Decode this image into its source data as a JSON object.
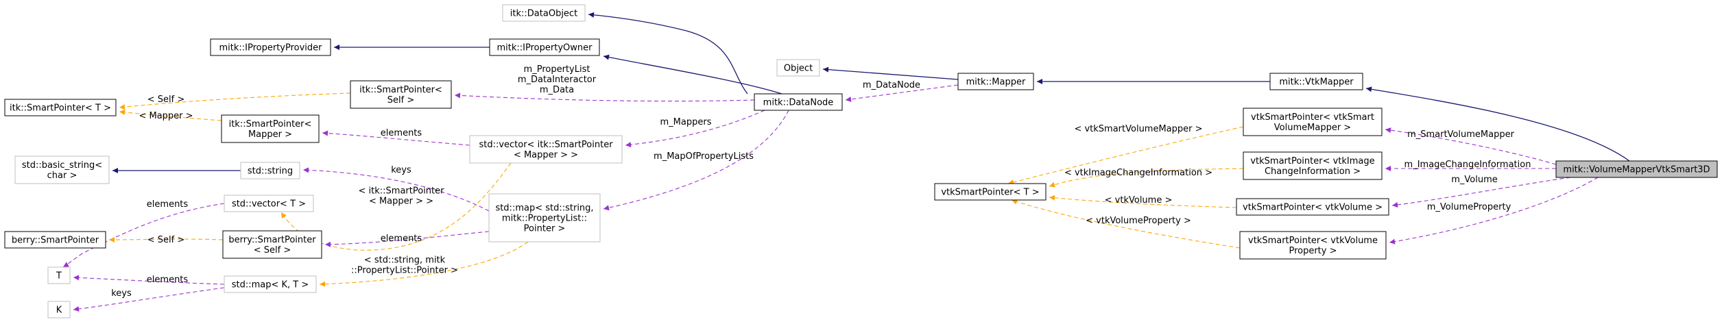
{
  "colors": {
    "inherit": "#191970",
    "usage": "#9a32cd",
    "template": "#ffa500",
    "border_solid": "#000000",
    "border_grey": "#bfbfbf",
    "highlight_fill": "#bfbfbf"
  },
  "nodes": [
    {
      "id": "itkDataObject",
      "lines": [
        "itk::DataObject"
      ],
      "style": "grey"
    },
    {
      "id": "IPropertyProvider",
      "lines": [
        "mitk::IPropertyProvider"
      ],
      "style": "solid"
    },
    {
      "id": "IPropertyOwner",
      "lines": [
        "mitk::IPropertyOwner"
      ],
      "style": "solid"
    },
    {
      "id": "Object",
      "lines": [
        "Object"
      ],
      "style": "grey"
    },
    {
      "id": "Mapper",
      "lines": [
        "mitk::Mapper"
      ],
      "style": "solid"
    },
    {
      "id": "VtkMapper",
      "lines": [
        "mitk::VtkMapper"
      ],
      "style": "solid"
    },
    {
      "id": "itkSPT",
      "lines": [
        "itk::SmartPointer< T >"
      ],
      "style": "solid"
    },
    {
      "id": "itkSPSelf",
      "lines": [
        "itk::SmartPointer<",
        "Self >"
      ],
      "style": "solid"
    },
    {
      "id": "DataNode",
      "lines": [
        "mitk::DataNode"
      ],
      "style": "solid"
    },
    {
      "id": "itkSPMapper",
      "lines": [
        "itk::SmartPointer<",
        "Mapper >"
      ],
      "style": "solid"
    },
    {
      "id": "vecItkSP",
      "lines": [
        "std::vector< itk::SmartPointer",
        "< Mapper > >"
      ],
      "style": "grey"
    },
    {
      "id": "vtkSPVolMapper",
      "lines": [
        "vtkSmartPointer< vtkSmart",
        "VolumeMapper >"
      ],
      "style": "solid"
    },
    {
      "id": "basicString",
      "lines": [
        "std::basic_string<",
        "char >"
      ],
      "style": "grey"
    },
    {
      "id": "stdString",
      "lines": [
        "std::string"
      ],
      "style": "grey"
    },
    {
      "id": "vtkSPImgChange",
      "lines": [
        "vtkSmartPointer< vtkImage",
        "ChangeInformation >"
      ],
      "style": "solid"
    },
    {
      "id": "VMVS3D",
      "lines": [
        "mitk::VolumeMapperVtkSmart3D"
      ],
      "style": "highlight"
    },
    {
      "id": "vtkSPT",
      "lines": [
        "vtkSmartPointer< T >"
      ],
      "style": "solid"
    },
    {
      "id": "vectorT",
      "lines": [
        "std::vector< T >"
      ],
      "style": "grey"
    },
    {
      "id": "mapStr",
      "lines": [
        "std::map< std::string,",
        "mitk::PropertyList::",
        "Pointer >"
      ],
      "style": "grey"
    },
    {
      "id": "vtkSPVolume",
      "lines": [
        "vtkSmartPointer< vtkVolume >"
      ],
      "style": "solid"
    },
    {
      "id": "berrySP",
      "lines": [
        "berry::SmartPointer"
      ],
      "style": "solid"
    },
    {
      "id": "berrySPSelf",
      "lines": [
        "berry::SmartPointer",
        "< Self >"
      ],
      "style": "solid"
    },
    {
      "id": "vtkSPVolProp",
      "lines": [
        "vtkSmartPointer< vtkVolume",
        "Property >"
      ],
      "style": "solid"
    },
    {
      "id": "T",
      "lines": [
        "T"
      ],
      "style": "grey"
    },
    {
      "id": "mapKT",
      "lines": [
        "std::map< K, T >"
      ],
      "style": "grey"
    },
    {
      "id": "K",
      "lines": [
        "K"
      ],
      "style": "grey"
    }
  ],
  "edges": [
    {
      "from": "DataNode",
      "to": "itkDataObject",
      "kind": "inherit",
      "label": []
    },
    {
      "from": "IPropertyOwner",
      "to": "IPropertyProvider",
      "kind": "inherit",
      "label": []
    },
    {
      "from": "DataNode",
      "to": "IPropertyOwner",
      "kind": "inherit",
      "label": []
    },
    {
      "from": "Mapper",
      "to": "Object",
      "kind": "inherit",
      "label": []
    },
    {
      "from": "VtkMapper",
      "to": "Mapper",
      "kind": "inherit",
      "label": []
    },
    {
      "from": "VMVS3D",
      "to": "VtkMapper",
      "kind": "inherit",
      "label": []
    },
    {
      "from": "Mapper",
      "to": "DataNode",
      "kind": "usage",
      "label": [
        "m_DataNode"
      ]
    },
    {
      "from": "DataNode",
      "to": "itkSPSelf",
      "kind": "usage",
      "label": [
        "m_PropertyList",
        "m_DataInteractor",
        "m_Data"
      ]
    },
    {
      "from": "DataNode",
      "to": "vecItkSP",
      "kind": "usage",
      "label": [
        "m_Mappers"
      ]
    },
    {
      "from": "DataNode",
      "to": "mapStr",
      "kind": "usage",
      "label": [
        "m_MapOfPropertyLists"
      ]
    },
    {
      "from": "vecItkSP",
      "to": "itkSPMapper",
      "kind": "usage",
      "label": [
        "elements"
      ]
    },
    {
      "from": "itkSPSelf",
      "to": "itkSPT",
      "kind": "template",
      "label": [
        "< Self >"
      ]
    },
    {
      "from": "itkSPMapper",
      "to": "itkSPT",
      "kind": "template",
      "label": [
        "< Mapper >"
      ]
    },
    {
      "from": "mapStr",
      "to": "stdString",
      "kind": "usage",
      "label": [
        "keys"
      ]
    },
    {
      "from": "stdString",
      "to": "basicString",
      "kind": "inherit",
      "label": []
    },
    {
      "from": "vecItkSP",
      "to": "vectorT",
      "kind": "template",
      "label": [
        "< itk::SmartPointer",
        "< Mapper > >"
      ]
    },
    {
      "from": "vectorT",
      "to": "T",
      "kind": "usage",
      "label": [
        "elements"
      ]
    },
    {
      "from": "mapStr",
      "to": "berrySPSelf",
      "kind": "usage",
      "label": [
        "elements"
      ]
    },
    {
      "from": "berrySPSelf",
      "to": "berrySP",
      "kind": "template",
      "label": [
        "< Self >"
      ]
    },
    {
      "from": "mapStr",
      "to": "mapKT",
      "kind": "template",
      "label": [
        "< std::string, mitk",
        "::PropertyList::Pointer >"
      ]
    },
    {
      "from": "mapKT",
      "to": "T",
      "kind": "usage",
      "label": [
        "elements"
      ]
    },
    {
      "from": "mapKT",
      "to": "K",
      "kind": "usage",
      "label": [
        "keys"
      ]
    },
    {
      "from": "vtkSPVolMapper",
      "to": "vtkSPT",
      "kind": "template",
      "label": [
        "< vtkSmartVolumeMapper >"
      ]
    },
    {
      "from": "vtkSPImgChange",
      "to": "vtkSPT",
      "kind": "template",
      "label": [
        "< vtkImageChangeInformation >"
      ]
    },
    {
      "from": "vtkSPVolume",
      "to": "vtkSPT",
      "kind": "template",
      "label": [
        "< vtkVolume >"
      ]
    },
    {
      "from": "vtkSPVolProp",
      "to": "vtkSPT",
      "kind": "template",
      "label": [
        "< vtkVolumeProperty >"
      ]
    },
    {
      "from": "VMVS3D",
      "to": "vtkSPVolMapper",
      "kind": "usage",
      "label": [
        "m_SmartVolumeMapper"
      ]
    },
    {
      "from": "VMVS3D",
      "to": "vtkSPImgChange",
      "kind": "usage",
      "label": [
        "m_ImageChangeInformation"
      ]
    },
    {
      "from": "VMVS3D",
      "to": "vtkSPVolume",
      "kind": "usage",
      "label": [
        "m_Volume"
      ]
    },
    {
      "from": "VMVS3D",
      "to": "vtkSPVolProp",
      "kind": "usage",
      "label": [
        "m_VolumeProperty"
      ]
    }
  ]
}
